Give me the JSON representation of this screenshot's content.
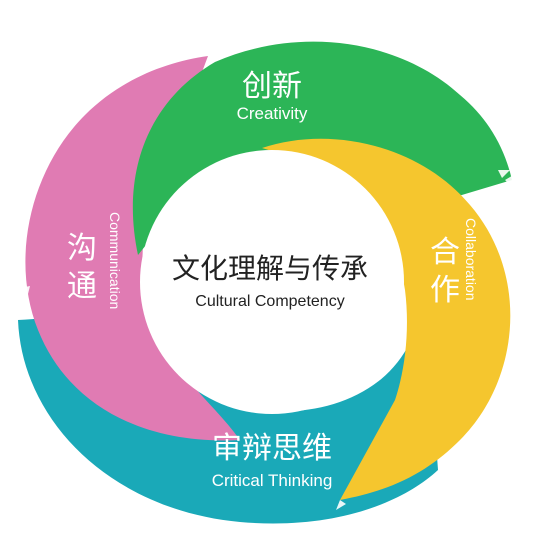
{
  "center": {
    "title_cn": "文化理解与传承",
    "title_en": "Cultural Competency"
  },
  "segments": {
    "creativity": {
      "cn": "创新",
      "en": "Creativity",
      "color": "#2cb557"
    },
    "collaboration": {
      "cn": "合作",
      "en": "Collaboration",
      "color": "#f5c62e"
    },
    "critical": {
      "cn": "审辩思维",
      "en": "Critical Thinking",
      "color": "#1aa9b8"
    },
    "communication": {
      "cn": "沟通",
      "en": "Communication",
      "color": "#e07bb3"
    }
  }
}
